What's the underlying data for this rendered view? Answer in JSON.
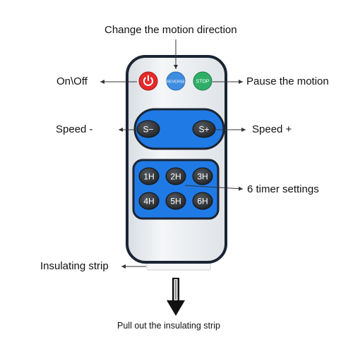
{
  "labels": {
    "direction": "Change the motion direction",
    "power": "On\\Off",
    "pause": "Pause the motion",
    "speed_down": "Speed -",
    "speed_up": "Speed +",
    "timer": "6 timer settings",
    "strip": "Insulating strip",
    "pull_out": "Pull out the insulating strip"
  },
  "buttons": {
    "reverse": "REVERSE",
    "stop": "STOP",
    "speed_down": "S−",
    "speed_up": "S+",
    "timers": [
      "1H",
      "2H",
      "3H",
      "4H",
      "5H",
      "6H"
    ]
  },
  "colors": {
    "power": "#e52a2a",
    "reverse": "#3e8de0",
    "stop": "#2fae68",
    "panel_blue": "#1f7ae6",
    "button_dark": "#333333",
    "remote_body": "#eceff2",
    "remote_border": "#1b2433"
  }
}
